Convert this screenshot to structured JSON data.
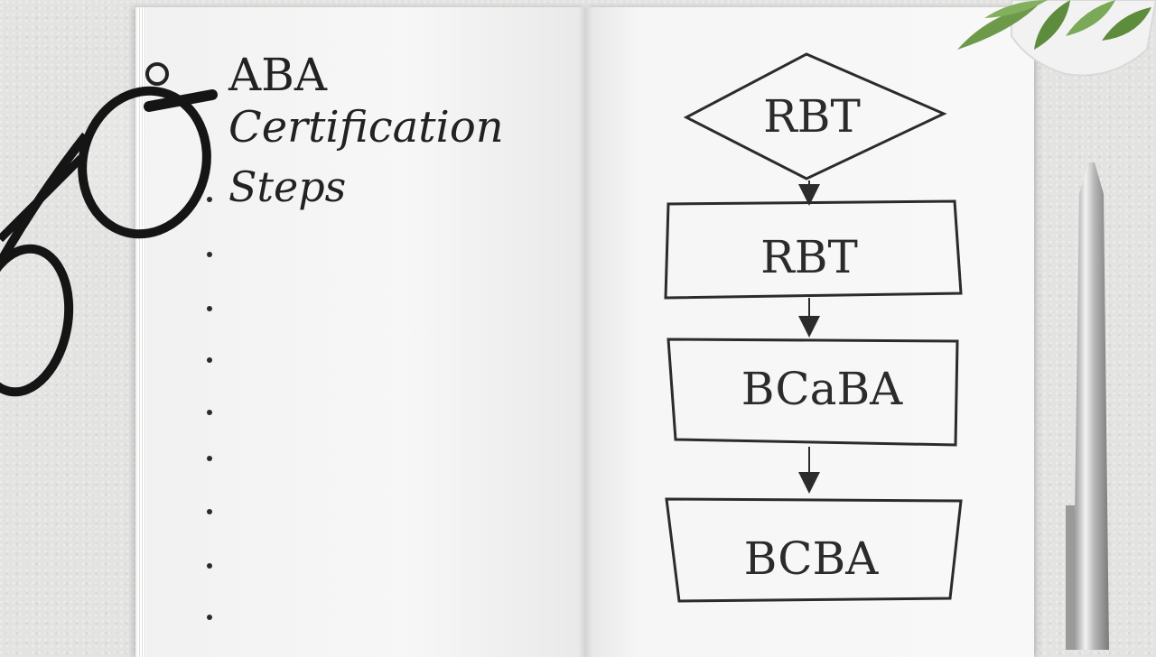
{
  "notebook": {
    "title_lines": [
      "ABA",
      "Certification",
      "Steps"
    ],
    "bullet_count": 9
  },
  "flowchart": {
    "steps": [
      {
        "shape": "diamond",
        "label": "RBT"
      },
      {
        "shape": "rectangle",
        "label": "RBT"
      },
      {
        "shape": "rectangle",
        "label": "BCaBA"
      },
      {
        "shape": "rectangle",
        "label": "BCBA"
      }
    ],
    "arrow_count": 3
  },
  "props": {
    "glasses": "eyeglasses",
    "plant": "potted-plant",
    "pen": "silver-pen"
  },
  "colors": {
    "background": "#e3e3e1",
    "paper": "#f6f6f6",
    "ink": "#2b2b2b"
  }
}
